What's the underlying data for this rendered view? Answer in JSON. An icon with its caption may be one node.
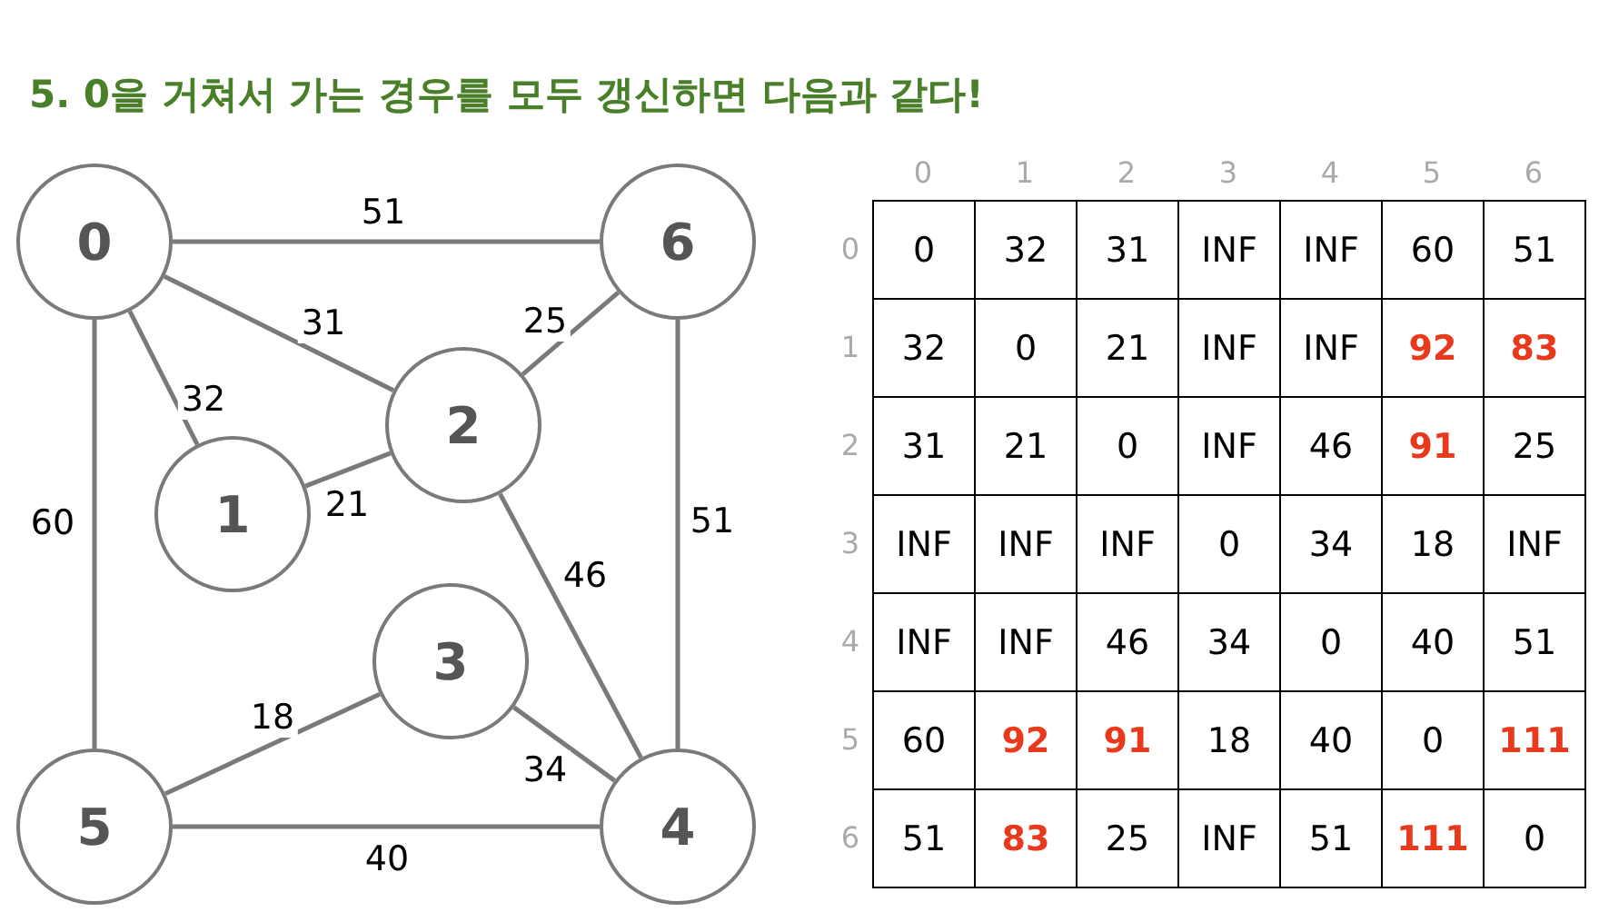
{
  "diagram": {
    "title": "5. 0을 거쳐서 가는 경우를 모두 갱신하면 다음과 같다!",
    "nodes": [
      {
        "text": [
          "0"
        ]
      },
      {
        "text": [
          "6"
        ]
      },
      {
        "text": [
          "2"
        ]
      },
      {
        "text": [
          "1"
        ]
      },
      {
        "text": [
          "3"
        ]
      },
      {
        "text": [
          "5"
        ]
      },
      {
        "text": [
          "4"
        ]
      }
    ],
    "edges": [
      {
        "from": 0,
        "to": 1,
        "arrow": "none",
        "label": "51"
      },
      {
        "from": 0,
        "to": 2,
        "arrow": "none",
        "label": "31"
      },
      {
        "from": 2,
        "to": 1,
        "arrow": "none",
        "label": "25"
      },
      {
        "from": 0,
        "to": 3,
        "arrow": "none",
        "label": "32"
      },
      {
        "from": 3,
        "to": 2,
        "arrow": "none",
        "label": "21"
      },
      {
        "from": 0,
        "to": 5,
        "arrow": "none",
        "label": "60"
      },
      {
        "from": 1,
        "to": 6,
        "arrow": "none",
        "label": "51"
      },
      {
        "from": 2,
        "to": 6,
        "arrow": "none",
        "label": "46"
      },
      {
        "from": 5,
        "to": 4,
        "arrow": "none",
        "label": "18"
      },
      {
        "from": 4,
        "to": 6,
        "arrow": "none",
        "label": "34"
      },
      {
        "from": 5,
        "to": 6,
        "arrow": "none",
        "label": "40"
      }
    ],
    "labels": [
      "0",
      "1",
      "2",
      "3",
      "4",
      "5",
      "6",
      "0",
      "0",
      "32",
      "31",
      "INF",
      "INF",
      "60",
      "51",
      "1",
      "32",
      "0",
      "21",
      "INF",
      "INF",
      "92",
      "83",
      "2",
      "31",
      "21",
      "0",
      "INF",
      "46",
      "91",
      "25",
      "3",
      "INF",
      "INF",
      "INF",
      "0",
      "34",
      "18",
      "INF",
      "4",
      "INF",
      "INF",
      "46",
      "34",
      "0",
      "40",
      "51",
      "5",
      "60",
      "92",
      "91",
      "18",
      "40",
      "0",
      "111",
      "6",
      "51",
      "83",
      "25",
      "INF",
      "51",
      "111",
      "0"
    ]
  }
}
